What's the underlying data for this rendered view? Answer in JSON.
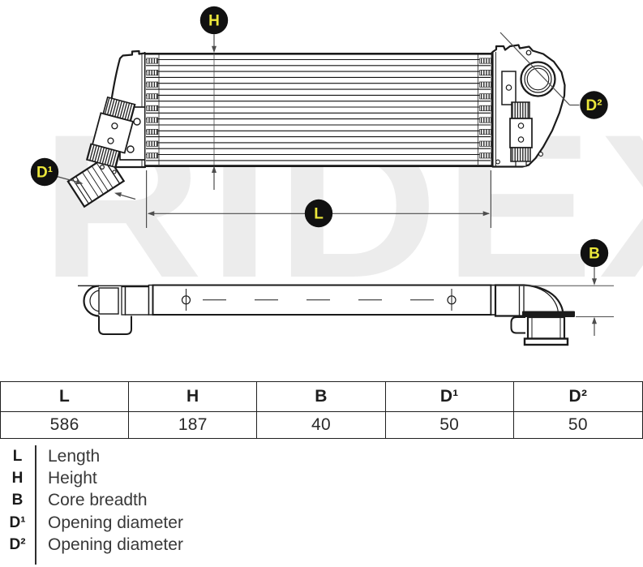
{
  "brand": {
    "watermark": "RIDEX"
  },
  "diagram": {
    "dimension_labels": {
      "h": "H",
      "l": "L",
      "b": "B",
      "d1": "D¹",
      "d2": "D²"
    },
    "colors": {
      "label_bg": "#111111",
      "label_text": "#ECE73B",
      "drawing_line": "#1a1a1a",
      "dimension_line": "#4d4d4d",
      "watermark": "#ECECEC"
    }
  },
  "table": {
    "columns": [
      {
        "key": "L",
        "value": "586"
      },
      {
        "key": "H",
        "value": "187"
      },
      {
        "key": "B",
        "value": "40"
      },
      {
        "key": "D¹",
        "value": "50"
      },
      {
        "key": "D²",
        "value": "50"
      }
    ]
  },
  "legend": {
    "rows": [
      {
        "symbol": "L",
        "description": "Length"
      },
      {
        "symbol": "H",
        "description": "Height"
      },
      {
        "symbol": "B",
        "description": "Core breadth"
      },
      {
        "symbol": "D¹",
        "description": "Opening diameter"
      },
      {
        "symbol": "D²",
        "description": "Opening diameter"
      }
    ]
  }
}
